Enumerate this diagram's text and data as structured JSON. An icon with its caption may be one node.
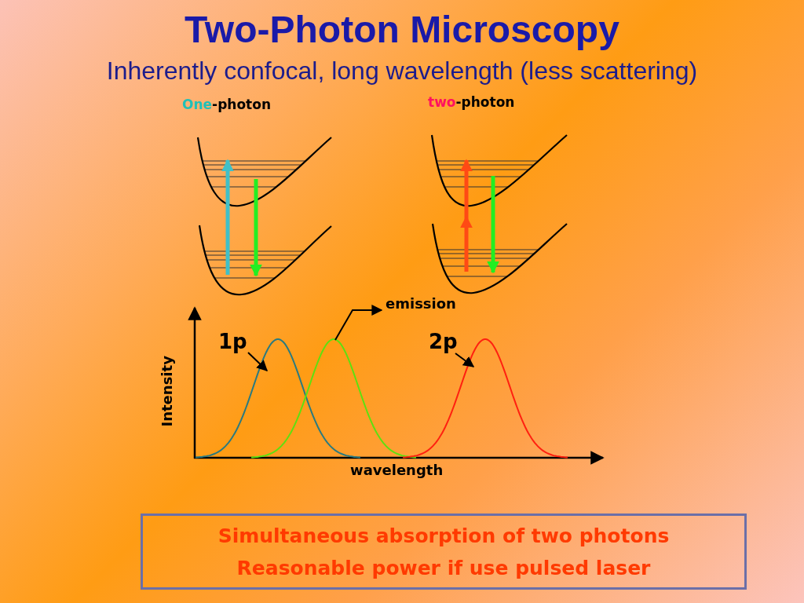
{
  "diagram": {
    "title": "Two-Photon Microscopy",
    "nodes": [
      {
        "text": [
          "1p"
        ]
      },
      {
        "text": [],
        "shape": "curve"
      },
      {
        "text": [],
        "shape": "curve"
      },
      {
        "text": [
          "emission"
        ]
      },
      {
        "text": [
          "2p"
        ]
      },
      {
        "text": [],
        "shape": "curve"
      },
      {
        "text": [
          "Simultaneous absorption of two photons",
          "Reasonable power if use pulsed laser"
        ]
      }
    ],
    "edges": [
      {
        "from": 0,
        "to": 1,
        "arrow": "to"
      },
      {
        "from": 2,
        "to": 3,
        "arrow": "to"
      },
      {
        "from": 4,
        "to": 5,
        "arrow": "to"
      }
    ],
    "labels": [
      "Inherently confocal, long wavelength (less scattering)",
      "One-photon",
      "two-photon",
      "Intensity",
      "wavelength"
    ]
  }
}
